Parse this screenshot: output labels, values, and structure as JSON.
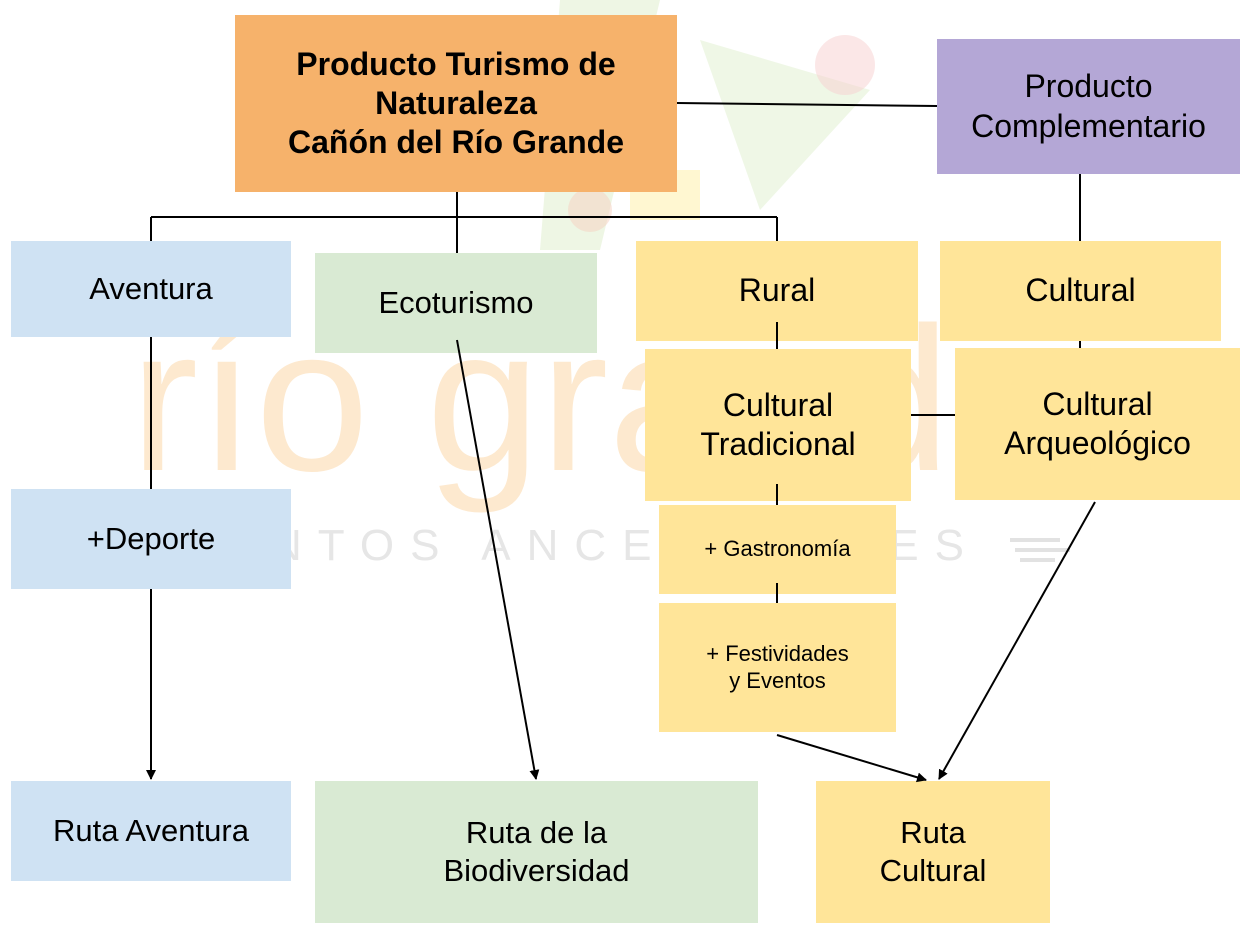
{
  "colors": {
    "main": "#f6b26b",
    "complementary": "#b4a7d6",
    "adventure": "#cfe2f3",
    "ecotourism": "#d9ead3",
    "cultural": "#ffe599",
    "line": "#000000"
  },
  "watermark": {
    "logo_text": "río grande",
    "tagline": "NTOS ANCESTRALES"
  },
  "nodes": {
    "main_product": "Producto Turismo de\nNaturaleza\nCañón del Río Grande",
    "complementary_product": "Producto\nComplementario",
    "aventura": "Aventura",
    "ecoturismo": "Ecoturismo",
    "rural": "Rural",
    "cultural": "Cultural",
    "cultural_tradicional": "Cultural\nTradicional",
    "cultural_arqueologico": "Cultural\nArqueológico",
    "deporte": "+Deporte",
    "gastronomia": "+ Gastronomía",
    "festividades": "+ Festividades\ny Eventos",
    "ruta_aventura": "Ruta Aventura",
    "ruta_biodiversidad": "Ruta de la\nBiodiversidad",
    "ruta_cultural": "Ruta\nCultural"
  }
}
